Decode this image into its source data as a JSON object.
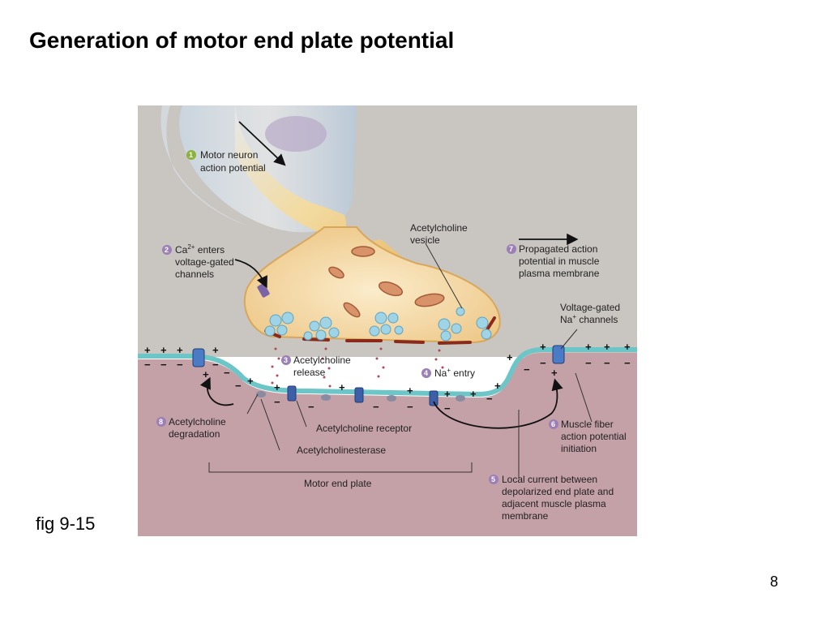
{
  "title": "Generation of motor end plate potential",
  "caption": "fig 9-15",
  "page_number": "8",
  "colors": {
    "background_top": "#c9c5c0",
    "muscle": "#c4a0a7",
    "membrane": "#6cc6c8",
    "terminal": "#f4dca4",
    "vesicle": "#9fd3e6",
    "step_green": "#8bb23a",
    "step_purple": "#9b7fb6",
    "channel": "#4a7bc4",
    "receptor": "#3d5fa8"
  },
  "labels": {
    "motor_neuron_1": "Motor neuron",
    "motor_neuron_2": "action potential",
    "ca_1_prefix": "Ca",
    "ca_1_sup": "2+",
    "ca_1_suffix": " enters",
    "ca_2": "voltage-gated",
    "ca_3": "channels",
    "ach_vesicle_1": "Acetylcholine",
    "ach_vesicle_2": "vesicle",
    "propagated_1": "Propagated action",
    "propagated_2": "potential in muscle",
    "propagated_3": "plasma membrane",
    "vg_na_1": "Voltage-gated",
    "vg_na_2_prefix": "Na",
    "vg_na_2_sup": "+",
    "vg_na_2_suffix": " channels",
    "ach_release_1": "Acetylcholine",
    "ach_release_2": "release",
    "na_entry_prefix": "Na",
    "na_entry_sup": "+",
    "na_entry_suffix": " entry",
    "ach_degradation_1": "Acetylcholine",
    "ach_degradation_2": "degradation",
    "ach_receptor": "Acetylcholine receptor",
    "ach_esterase": "Acetylcholinesterase",
    "muscle_fiber_1": "Muscle fiber",
    "muscle_fiber_2": "action potential",
    "muscle_fiber_3": "initiation",
    "motor_end_plate": "Motor end plate",
    "local_current_1": "Local current between",
    "local_current_2": "depolarized end plate and",
    "local_current_3": "adjacent muscle plasma",
    "local_current_4": "membrane"
  },
  "steps": {
    "s1": "1",
    "s2": "2",
    "s3": "3",
    "s4": "4",
    "s5": "5",
    "s6": "6",
    "s7": "7",
    "s8": "8"
  },
  "charges": {
    "plus": "+",
    "minus": "−"
  }
}
